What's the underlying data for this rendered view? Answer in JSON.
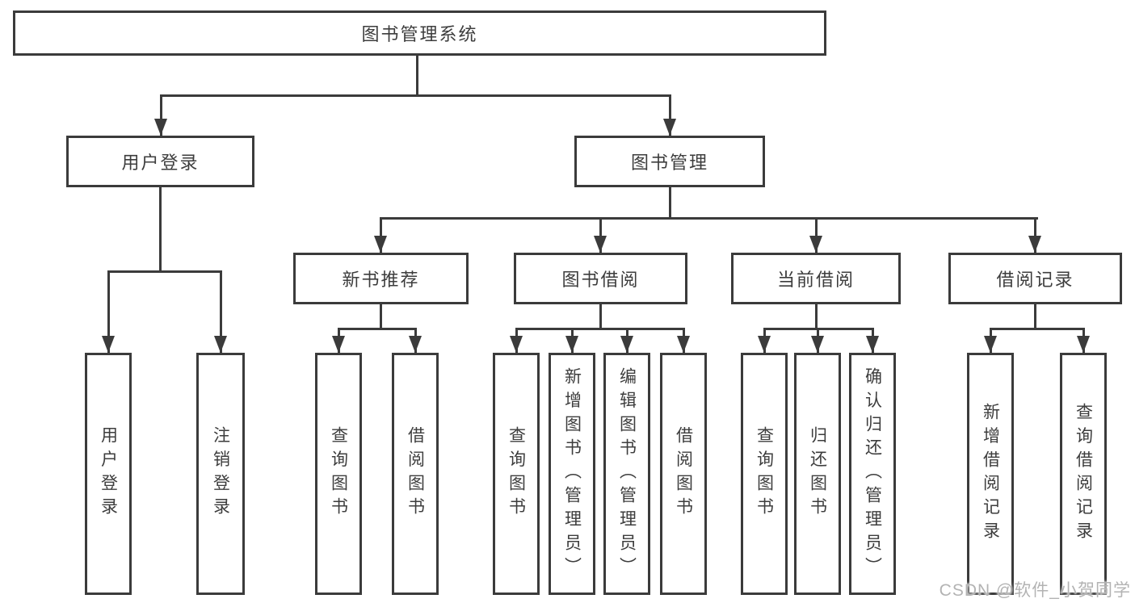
{
  "colors": {
    "line": "#3b3b3b",
    "text": "#3d3d3d",
    "background": "#ffffff",
    "watermark_text": "#b3b3b3"
  },
  "tree": {
    "label": "图书管理系统",
    "children": [
      {
        "label": "用户登录",
        "children": [
          {
            "label": "用户登录"
          },
          {
            "label": "注销登录"
          }
        ]
      },
      {
        "label": "图书管理",
        "children": [
          {
            "label": "新书推荐",
            "children": [
              {
                "label": "查询图书"
              },
              {
                "label": "借阅图书"
              }
            ]
          },
          {
            "label": "图书借阅",
            "children": [
              {
                "label": "查询图书"
              },
              {
                "label": "新增图书（管理员）"
              },
              {
                "label": "编辑图书（管理员）"
              },
              {
                "label": "借阅图书"
              }
            ]
          },
          {
            "label": "当前借阅",
            "children": [
              {
                "label": "查询图书"
              },
              {
                "label": "归还图书"
              },
              {
                "label": "确认归还（管理员）"
              }
            ]
          },
          {
            "label": "借阅记录",
            "children": [
              {
                "label": "新增借阅记录"
              },
              {
                "label": "查询借阅记录"
              }
            ]
          }
        ]
      }
    ]
  },
  "watermark": {
    "text": "CSDN @软件_小贺同学"
  }
}
